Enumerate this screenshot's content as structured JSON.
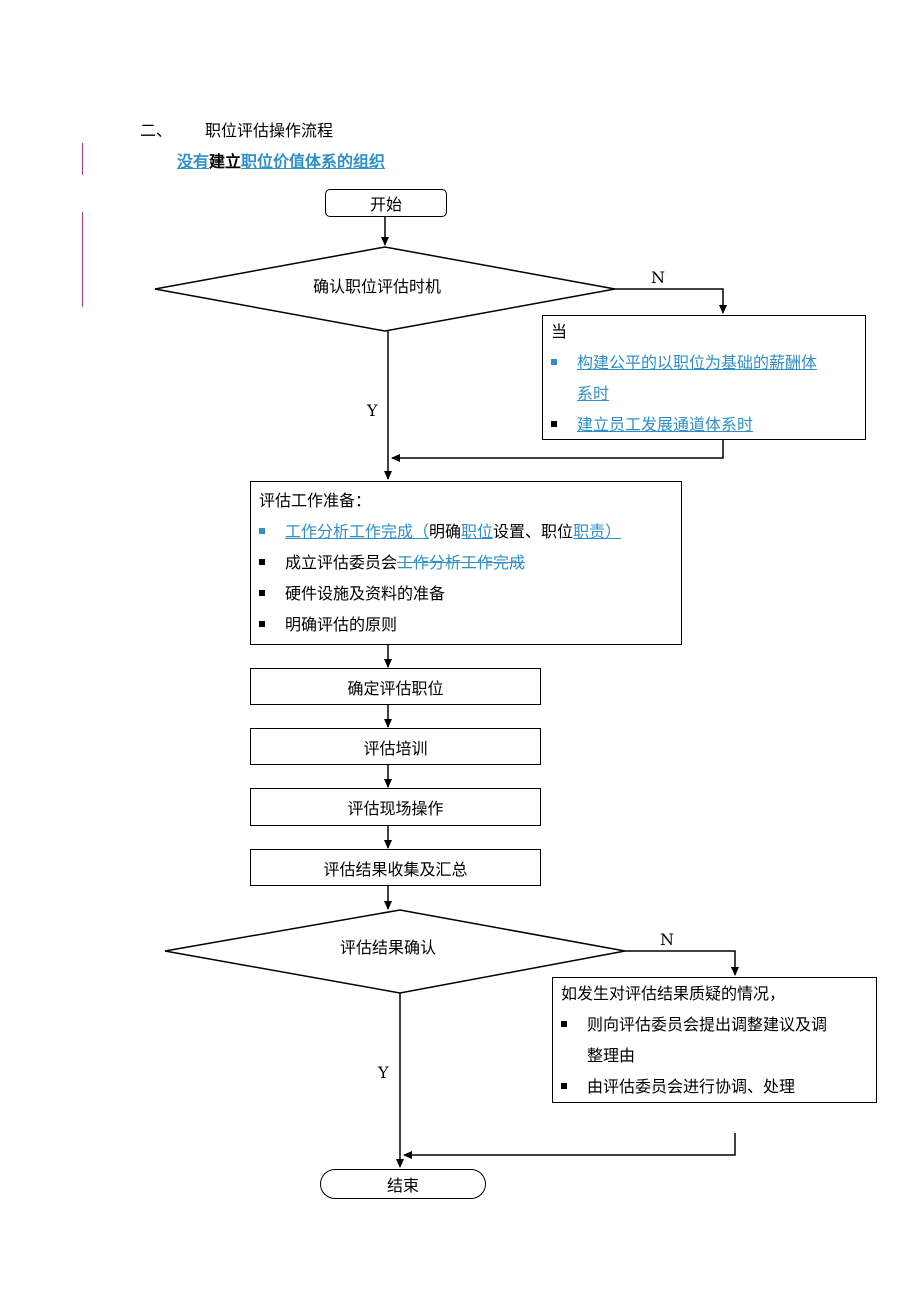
{
  "section": {
    "number": "二、",
    "title": "职位评估操作流程"
  },
  "subtitle": {
    "part1": "没有",
    "part2": "建立",
    "part3": "职位价值体系的组织"
  },
  "flow": {
    "start": "开始",
    "decision1": "确认职位评估时机",
    "decision1_no": "N",
    "decision1_yes": "Y",
    "when_box": {
      "heading": "当",
      "items": [
        "构建公平的以职位为基础的薪酬体",
        "系时",
        "建立员工发展通道体系时"
      ]
    },
    "prep_box": {
      "heading": "评估工作准备：",
      "item1_a": "工作分析工作完成（",
      "item1_b": "明确",
      "item1_c": "职位",
      "item1_d": "设置、职位",
      "item1_e": "职责）",
      "item2_a": "成立评估委员会",
      "item2_b": "工作分析工作完成",
      "item3": "硬件设施及资料的准备",
      "item4": "明确评估的原则"
    },
    "steps": [
      "确定评估职位",
      "评估培训",
      "评估现场操作",
      "评估结果收集及汇总"
    ],
    "decision2": "评估结果确认",
    "decision2_no": "N",
    "decision2_yes": "Y",
    "dispute_box": {
      "heading": "如发生对评估结果质疑的情况，",
      "item1_line1": "则向评估委员会提出调整建议及调",
      "item1_line2": "整理由",
      "item2": "由评估委员会进行协调、处理"
    },
    "end": "结束"
  },
  "colors": {
    "link_blue": "#2f8fc8",
    "change_bar": "#c0396b"
  }
}
